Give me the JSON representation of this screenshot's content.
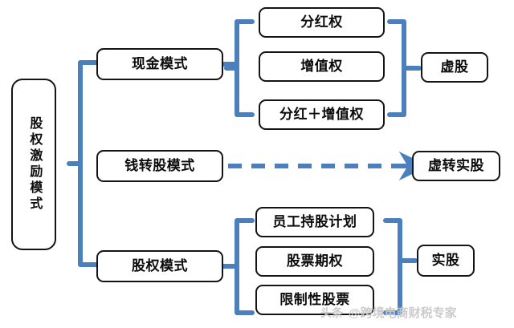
{
  "diagram": {
    "title": "股权激励模式",
    "accent_color": "#4c7fbd",
    "node_border_color": "#141414",
    "background_color": "#ffffff",
    "root": {
      "label": "股权激励模式"
    },
    "branches": [
      {
        "id": "cash",
        "mode_label": "现金模式",
        "items": [
          {
            "label": "分红权"
          },
          {
            "label": "增值权"
          },
          {
            "label": "分红＋增值权"
          }
        ],
        "result_label": "虚股",
        "connector": "brace"
      },
      {
        "id": "money-to-equity",
        "mode_label": "钱转股模式",
        "items": [],
        "result_label": "虚转实股",
        "connector": "dashed-arrow"
      },
      {
        "id": "equity",
        "mode_label": "股权模式",
        "items": [
          {
            "label": "员工持股计划"
          },
          {
            "label": "股票期权"
          },
          {
            "label": "限制性股票"
          }
        ],
        "result_label": "实股",
        "connector": "brace"
      }
    ]
  },
  "watermark": {
    "prefix": "头条",
    "handle": "@跨境电商财税专家"
  }
}
